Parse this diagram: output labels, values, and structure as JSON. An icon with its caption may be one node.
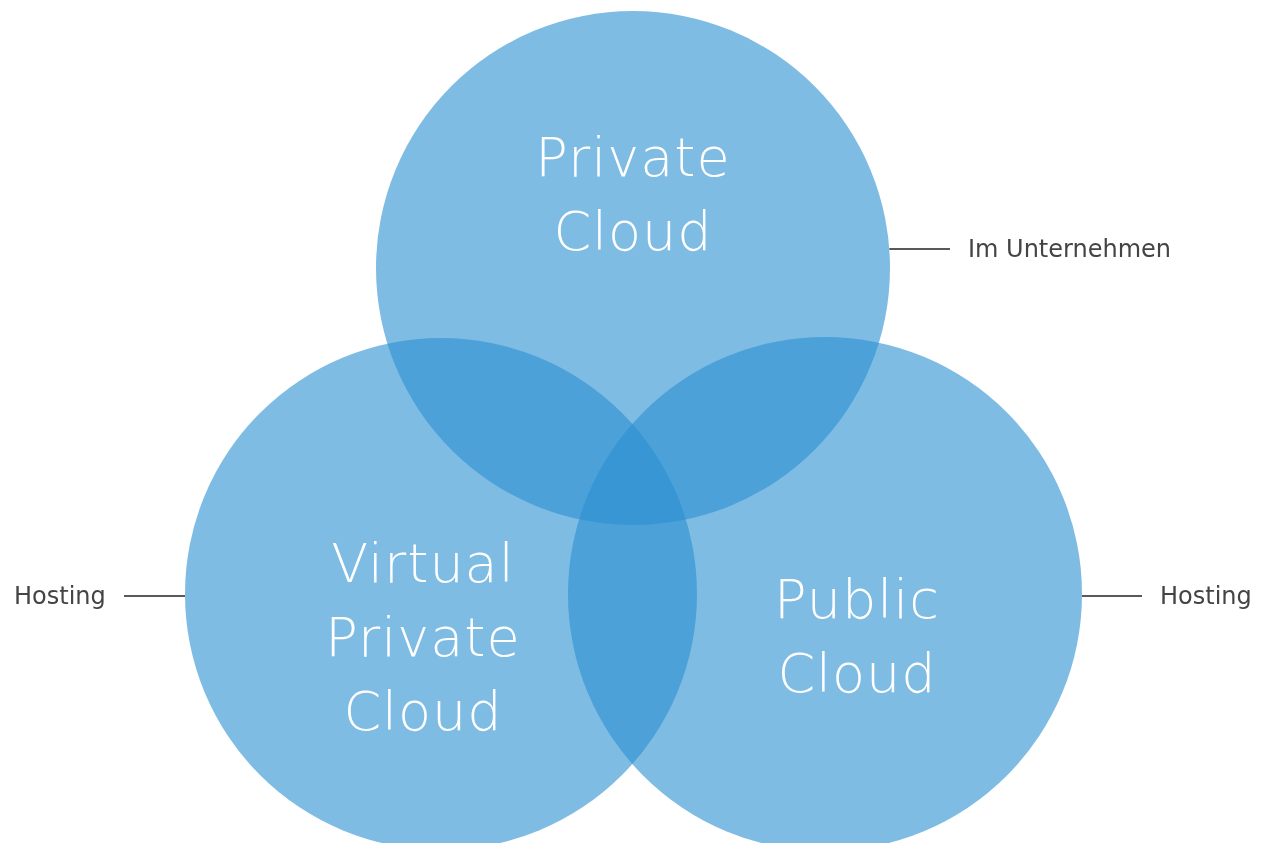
{
  "diagram": {
    "nodes": [
      {
        "text": [
          "Private Cloud"
        ]
      },
      {
        "text": [
          "Im Unternehmen"
        ]
      },
      {
        "text": [
          "Hosting"
        ]
      },
      {
        "text": [
          "Virtual Private Cloud"
        ]
      },
      {
        "text": [
          "Public Cloud"
        ]
      },
      {
        "text": [
          "Hosting"
        ]
      }
    ],
    "edges": [
      {
        "from": 1,
        "to": 0,
        "arrow": "none"
      },
      {
        "from": 2,
        "to": 3,
        "arrow": "none"
      },
      {
        "from": 5,
        "to": 4,
        "arrow": "none"
      }
    ]
  }
}
